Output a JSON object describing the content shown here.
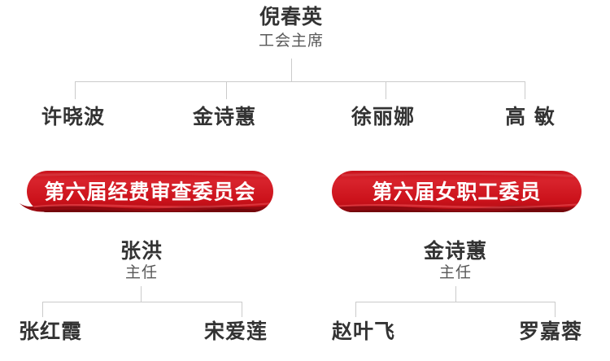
{
  "page": {
    "background": "#ffffff"
  },
  "palette": {
    "banner_red": "#cc121b",
    "banner_red_bright": "#d8232c",
    "banner_red_dark": "#8c0910",
    "banner_wave_deep": "#6f060b",
    "banner_highlight": "#f4555b",
    "banner_text": "#ffffff",
    "name_text": "#333333",
    "subtitle_text": "#595959",
    "connector_line": "#cbcbcb"
  },
  "org": {
    "root": {
      "name": "倪春英",
      "title": "工会主席"
    },
    "level1": [
      {
        "name": "许晓波"
      },
      {
        "name": "金诗蕙"
      },
      {
        "name": "徐丽娜"
      },
      {
        "name": "高 敏"
      }
    ],
    "committees": [
      {
        "banner": "第六届经费审查委员会",
        "leader": {
          "name": "张洪",
          "title": "主任"
        },
        "members": [
          {
            "name": "张红霞"
          },
          {
            "name": "宋爱莲"
          }
        ]
      },
      {
        "banner": "第六届女职工委员",
        "leader": {
          "name": "金诗蕙",
          "title": "主任"
        },
        "members": [
          {
            "name": "赵叶飞"
          },
          {
            "name": "罗嘉蓉"
          }
        ]
      }
    ]
  }
}
